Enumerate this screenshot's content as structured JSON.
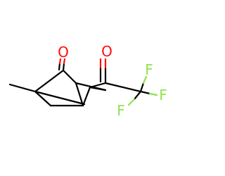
{
  "molecule": {
    "atoms": {
      "o_ketone": "O",
      "o_acyl": "O",
      "f_top": "F",
      "f_right": "F",
      "f_bottom": "F"
    },
    "colors": {
      "bond": "#000000",
      "oxygen": "#ff0d0d",
      "fluorine": "#90e050",
      "background": "#ffffff"
    }
  }
}
